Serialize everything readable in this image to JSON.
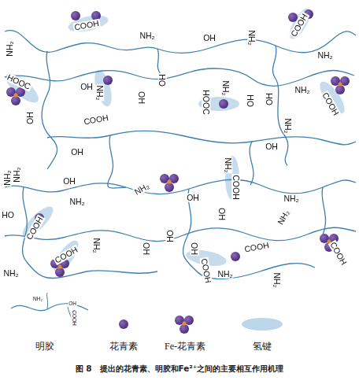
{
  "diagram": {
    "caption": "图 8　提出的花青素、明胶和Fe²⁺之间的主要相互作用机理",
    "labels": [
      "NH₂",
      "COOH",
      "NH₂",
      "OH",
      "NH₂",
      "COOH",
      "NH₂",
      "HOOC",
      "HO",
      "OH",
      "NH₂",
      "COOH",
      "HO",
      "OH",
      "NH₂",
      "HOOC",
      "OH",
      "HO",
      "NH₂",
      "COOH",
      "NH₂",
      "OH",
      "OH",
      "NH₂",
      "NH₂",
      "OH",
      "NH₂",
      "NH₂",
      "OH",
      "NH₂",
      "COOH",
      "HO",
      "NH₂",
      "NH₂",
      "HO",
      "COOH",
      "NH₂",
      "HO",
      "OH",
      "COOH",
      "HO",
      "COOH",
      "NH₂",
      "COOH",
      "NH₂",
      "NH₂",
      "COOH",
      "NH₂",
      "OH",
      "COOH"
    ],
    "legend": [
      {
        "text": "明胶"
      },
      {
        "text": "花青素"
      },
      {
        "text": "Fe-花青素"
      },
      {
        "text": "氢键",
        "color": "#bcd6ea"
      }
    ]
  }
}
